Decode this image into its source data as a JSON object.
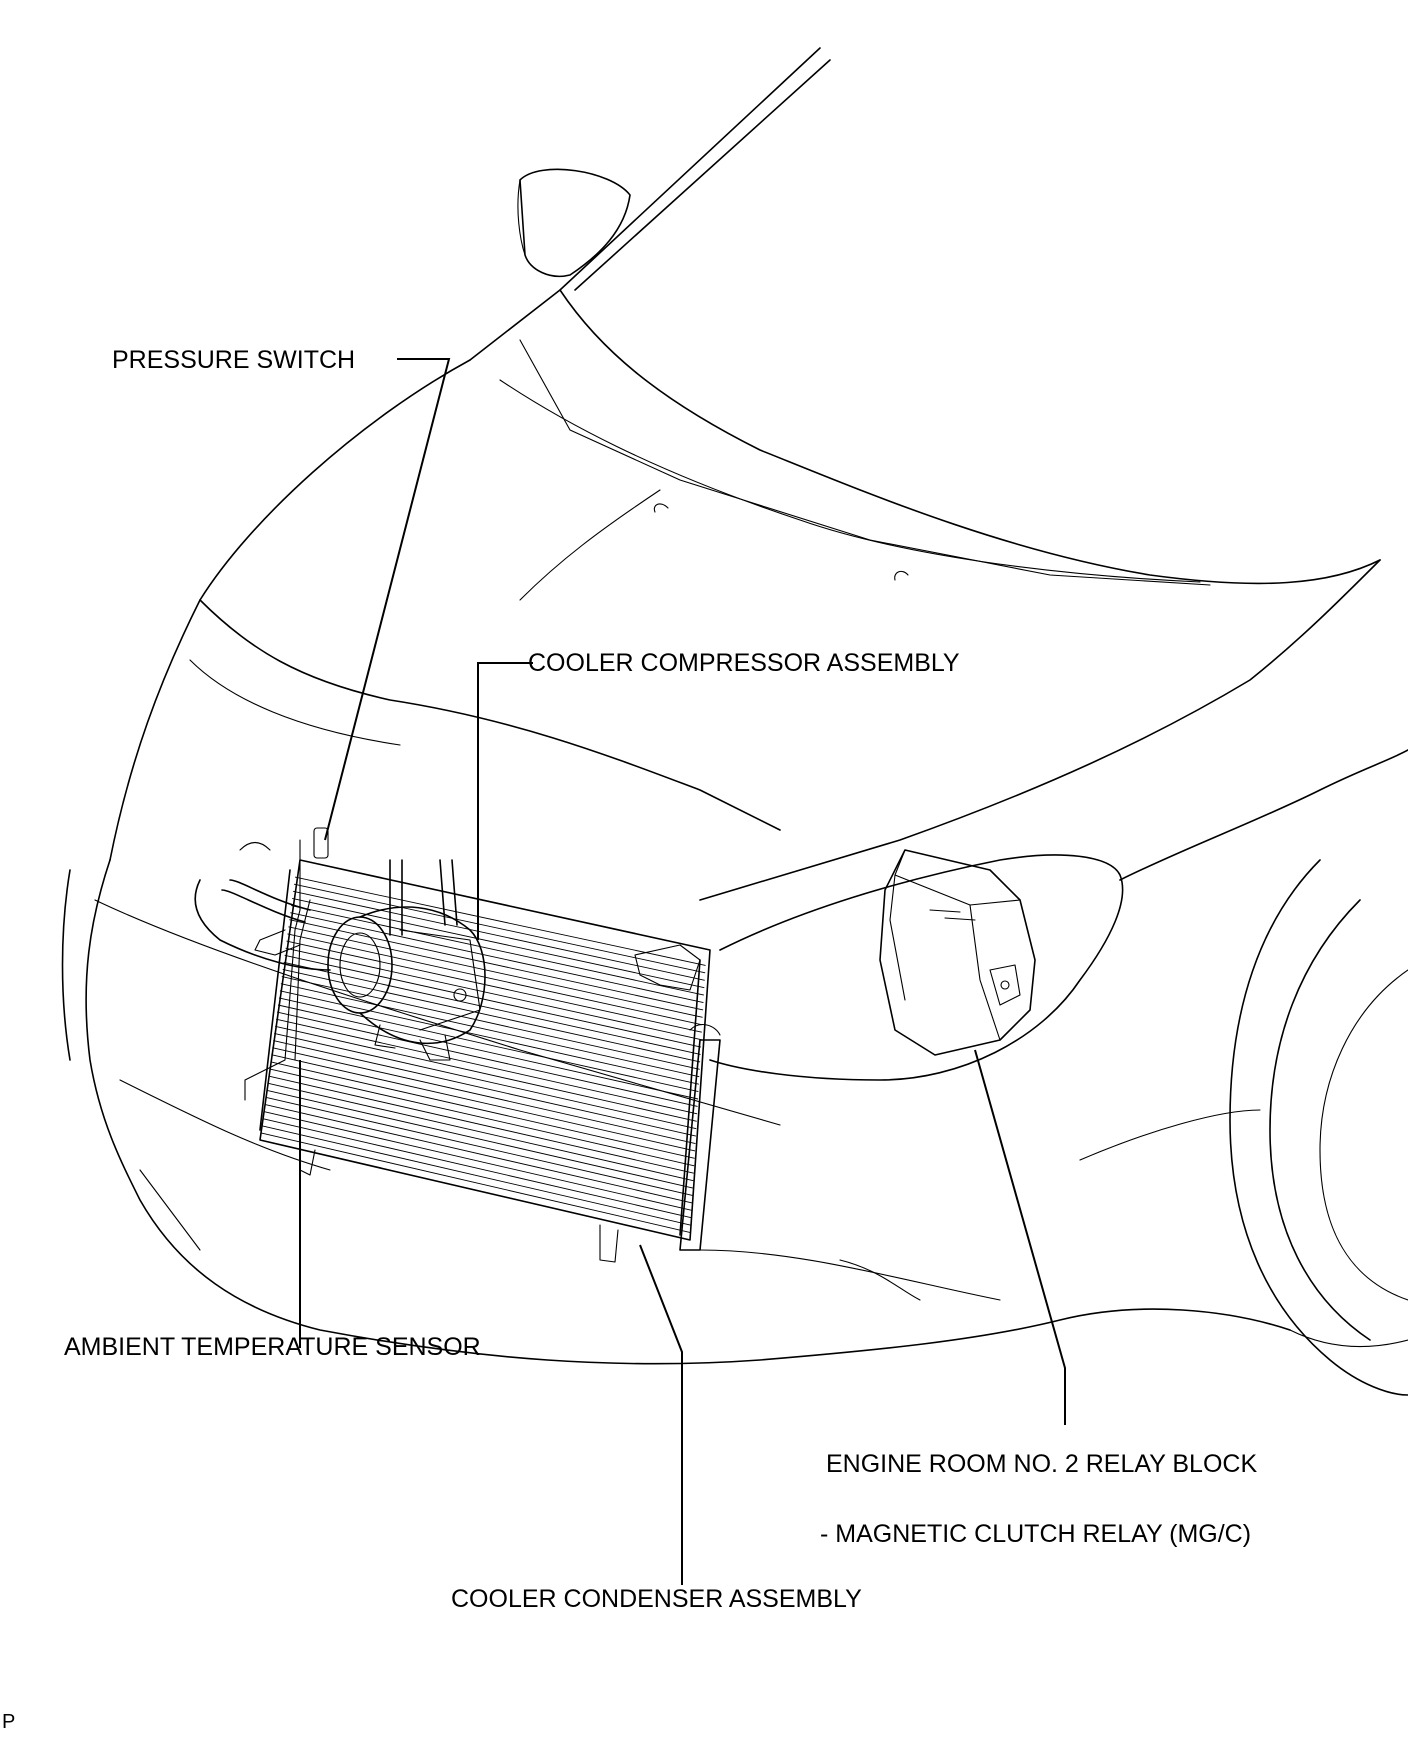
{
  "labels": {
    "pressure_switch": "PRESSURE SWITCH",
    "cooler_compressor": "COOLER COMPRESSOR ASSEMBLY",
    "ambient_temperature_sensor": "AMBIENT TEMPERATURE SENSOR",
    "engine_room_relay_block": "ENGINE ROOM NO. 2 RELAY BLOCK",
    "magnetic_clutch_relay": "- MAGNETIC CLUTCH RELAY  (MG/C)",
    "cooler_condenser": "COOLER CONDENSER ASSEMBLY"
  },
  "corner_mark": "P"
}
